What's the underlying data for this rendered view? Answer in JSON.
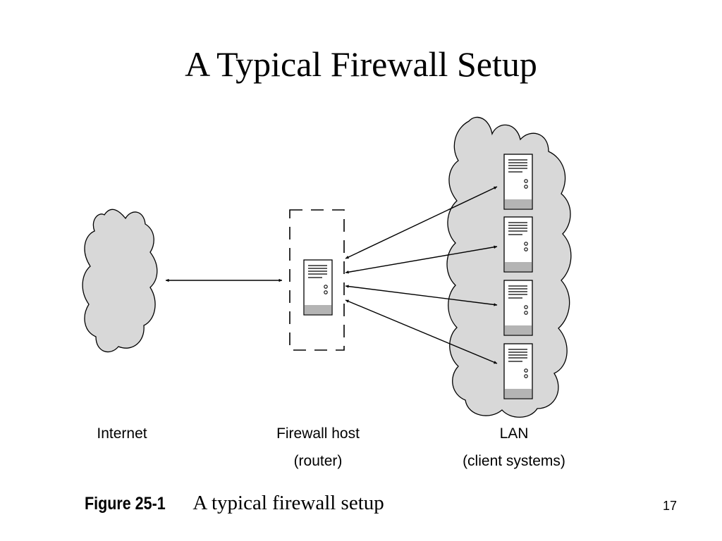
{
  "slide": {
    "title": "A Typical Firewall Setup",
    "page_number": "17"
  },
  "diagram": {
    "nodes": {
      "internet": {
        "label": "Internet"
      },
      "firewall": {
        "label_line1": "Firewall host",
        "label_line2": "(router)"
      },
      "lan": {
        "label_line1": "LAN",
        "label_line2": "(client systems)"
      }
    },
    "lan_client_count": 4
  },
  "caption": {
    "figure_number": "Figure 25-1",
    "text": "A typical firewall setup"
  },
  "colors": {
    "cloud_fill": "#d8d8d8",
    "stroke": "#000000",
    "server_base": "#b4b4b4"
  }
}
